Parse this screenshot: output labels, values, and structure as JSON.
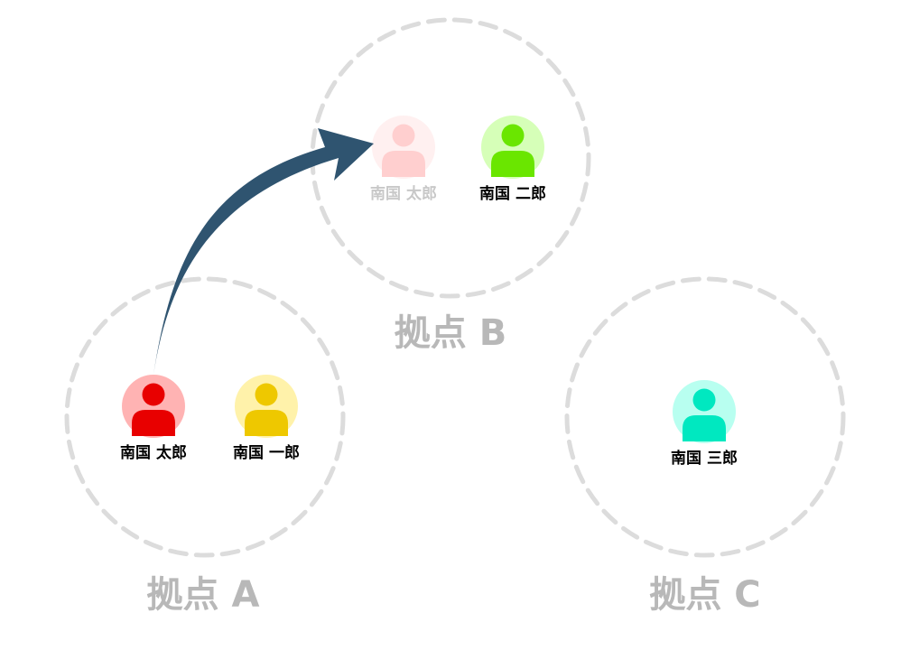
{
  "bases": [
    {
      "id": "a",
      "label": "拠点 A"
    },
    {
      "id": "b",
      "label": "拠点 B"
    },
    {
      "id": "c",
      "label": "拠点 C"
    }
  ],
  "people": [
    {
      "id": "taro-a",
      "name": "南国 太郎",
      "bg": "#ffb3b3",
      "fg": "#e80000",
      "text": "#000000"
    },
    {
      "id": "ichiro",
      "name": "南国 一郎",
      "bg": "#fff2aa",
      "fg": "#eec800",
      "text": "#000000"
    },
    {
      "id": "taro-b",
      "name": "南国 太郎",
      "bg": "#fff0f0",
      "fg": "#ffcfcf",
      "text": "#c8c8c8"
    },
    {
      "id": "jiro",
      "name": "南国 二郎",
      "bg": "#d6ffb8",
      "fg": "#6ae600",
      "text": "#000000"
    },
    {
      "id": "saburo",
      "name": "南国 三郎",
      "bg": "#b8fff0",
      "fg": "#00e8c0",
      "text": "#000000"
    }
  ],
  "colors": {
    "ring": "#dcdcdc",
    "arrow": "#2f5470",
    "label": "#b8b8b8"
  },
  "arrow": {
    "from": "taro-a",
    "to": "taro-b",
    "meaning": "move"
  }
}
